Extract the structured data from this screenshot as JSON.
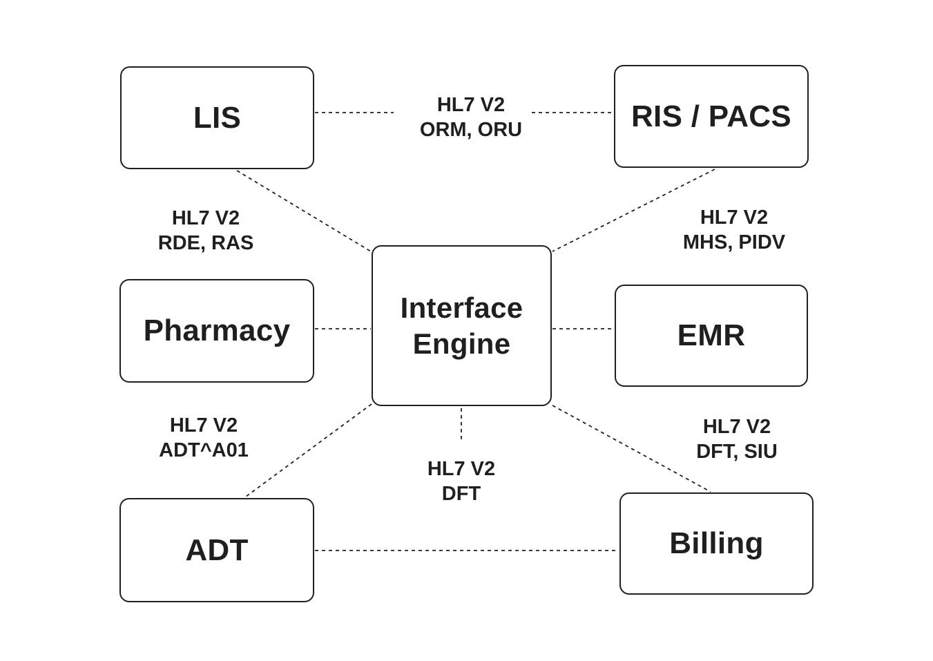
{
  "diagram": {
    "title": "Interface Engine HL7 V2 integration diagram",
    "colors": {
      "background": "#ffffff",
      "node_border": "#1f1f1f",
      "node_fill": "#ffffff",
      "text": "#1f1f1f",
      "connector": "#1f1f1f"
    },
    "nodes": [
      {
        "id": "lis",
        "label": "LIS"
      },
      {
        "id": "ris_pacs",
        "label": "RIS / PACS"
      },
      {
        "id": "pharmacy",
        "label": "Pharmacy"
      },
      {
        "id": "interface_engine",
        "label": "Interface Engine"
      },
      {
        "id": "emr",
        "label": "EMR"
      },
      {
        "id": "adt",
        "label": "ADT"
      },
      {
        "id": "billing",
        "label": "Billing"
      }
    ],
    "edges": [
      {
        "from": "LIS",
        "to": "RIS / PACS",
        "protocol": "HL7 V2",
        "messages": "ORM, ORU"
      },
      {
        "from": "LIS",
        "to": "Interface Engine",
        "protocol": "HL7 V2",
        "messages": "RDE, RAS"
      },
      {
        "from": "RIS / PACS",
        "to": "Interface Engine",
        "protocol": "HL7 V2",
        "messages": "MHS, PIDV"
      },
      {
        "from": "ADT",
        "to": "Interface Engine",
        "protocol": "HL7 V2",
        "messages": "ADT^A01"
      },
      {
        "from": "Interface Engine",
        "to": "(down stub)",
        "protocol": "HL7 V2",
        "messages": "DFT"
      },
      {
        "from": "Interface Engine",
        "to": "Billing",
        "protocol": "HL7 V2",
        "messages": "DFT, SIU"
      },
      {
        "from": "Pharmacy",
        "to": "Interface Engine"
      },
      {
        "from": "Interface Engine",
        "to": "EMR"
      },
      {
        "from": "ADT",
        "to": "Billing"
      }
    ]
  }
}
